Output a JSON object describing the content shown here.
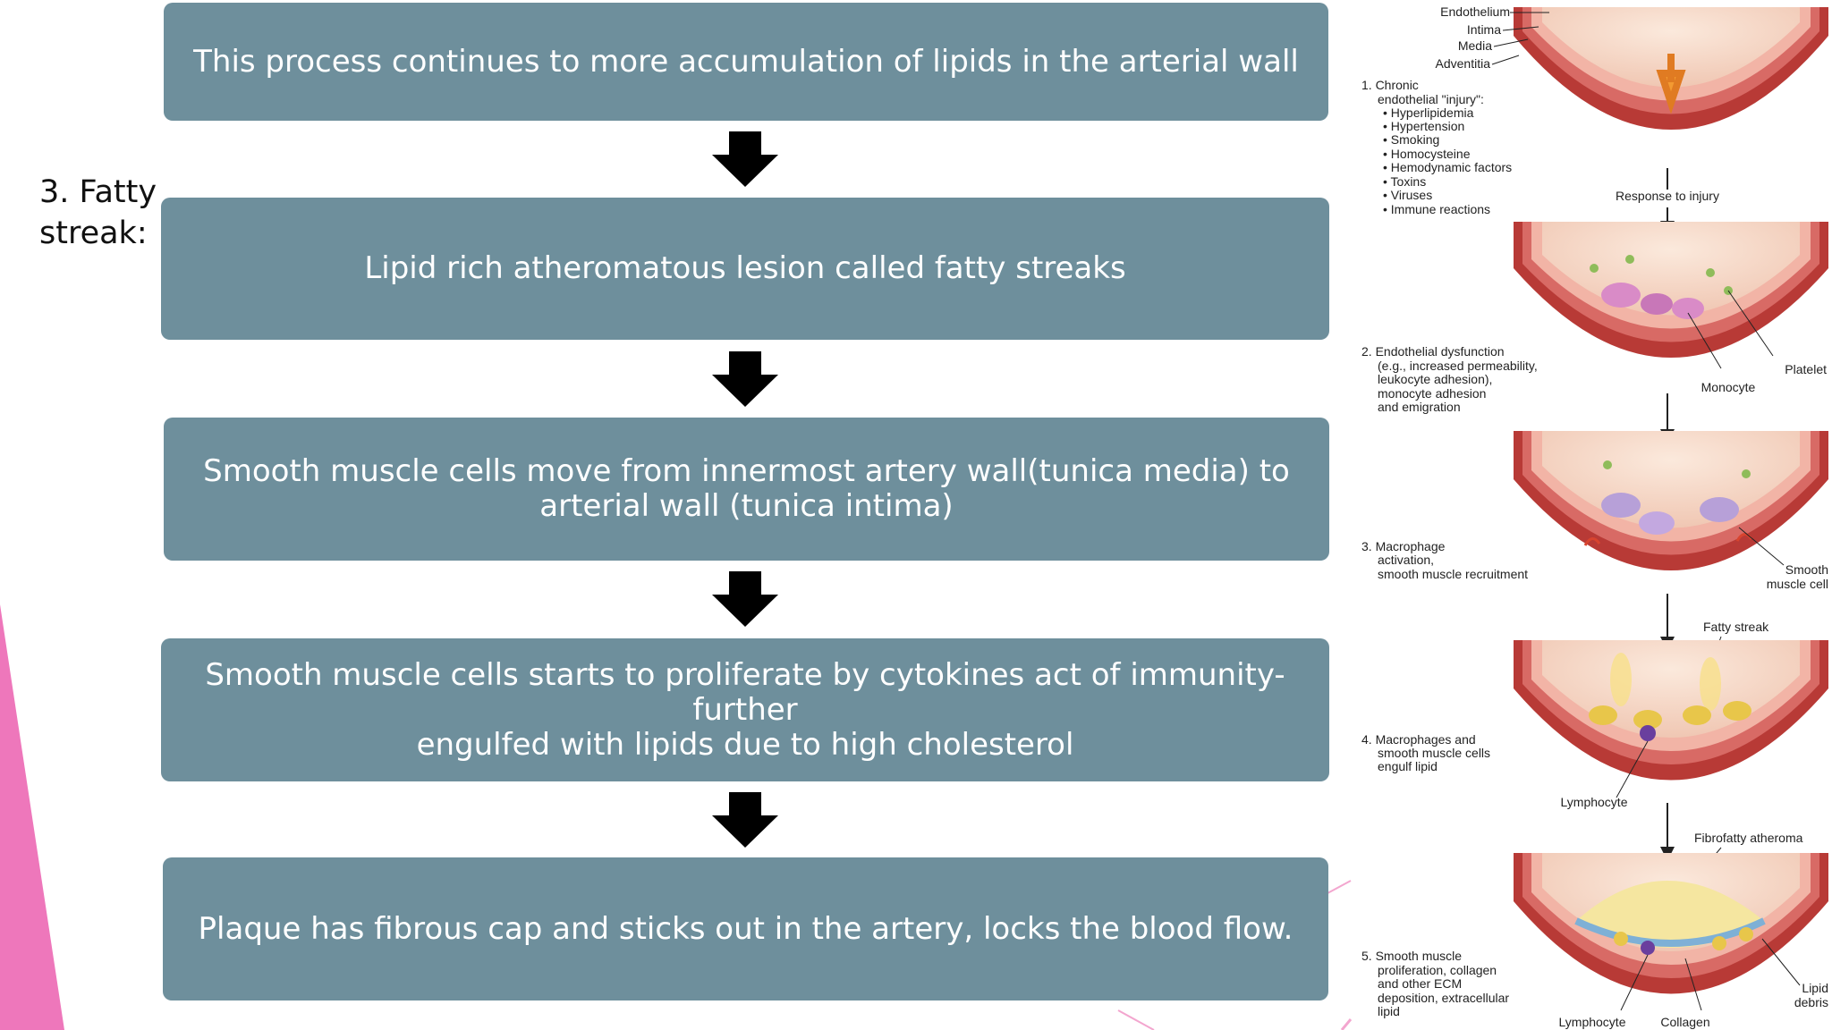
{
  "side_label": [
    "3. Fatty",
    "streak:"
  ],
  "flow": {
    "box1": [
      "This process continues to more accumulation of lipids in the arterial wall"
    ],
    "box2": [
      "Lipid rich atheromatous lesion called fatty streaks"
    ],
    "box3": [
      "Smooth muscle cells move from innermost artery wall(tunica media) to",
      "arterial wall (tunica intima)"
    ],
    "box4": [
      "Smooth muscle cells starts to proliferate by cytokines act of immunity-further",
      "engulfed with lipids due to high cholesterol"
    ],
    "box5": [
      "Plaque has fibrous cap and sticks out in the artery, locks the blood flow."
    ]
  },
  "figure": {
    "layers": [
      "Endothelium",
      "Intima",
      "Media",
      "Adventitia"
    ],
    "stage1": {
      "heading": [
        "1. Chronic",
        "endothelial \"injury\":"
      ],
      "causes": [
        "• Hyperlipidemia",
        "• Hypertension",
        "• Smoking",
        "• Homocysteine",
        "• Hemodynamic factors",
        "• Toxins",
        "• Viruses",
        "• Immune reactions"
      ]
    },
    "response": "Response to injury",
    "stage2": [
      "2. Endothelial dysfunction",
      "(e.g., increased permeability,",
      "leukocyte adhesion),",
      "monocyte adhesion",
      "and emigration"
    ],
    "platelet": "Platelet",
    "monocyte": "Monocyte",
    "stage3": [
      "3. Macrophage",
      "activation,",
      "smooth muscle recruitment"
    ],
    "smooth_muscle_cell": [
      "Smooth",
      "muscle cell"
    ],
    "fatty_streak": "Fatty streak",
    "stage4": [
      "4. Macrophages and",
      "smooth muscle cells",
      "engulf lipid"
    ],
    "lymphocyte_1": "Lymphocyte",
    "fibrofatty": "Fibrofatty atheroma",
    "stage5": [
      "5. Smooth muscle",
      "proliferation, collagen",
      "and other ECM",
      "deposition, extracellular",
      "lipid"
    ],
    "lipid_debris": [
      "Lipid",
      "debris"
    ],
    "lymphocyte_2": "Lymphocyte",
    "collagen": "Collagen"
  }
}
